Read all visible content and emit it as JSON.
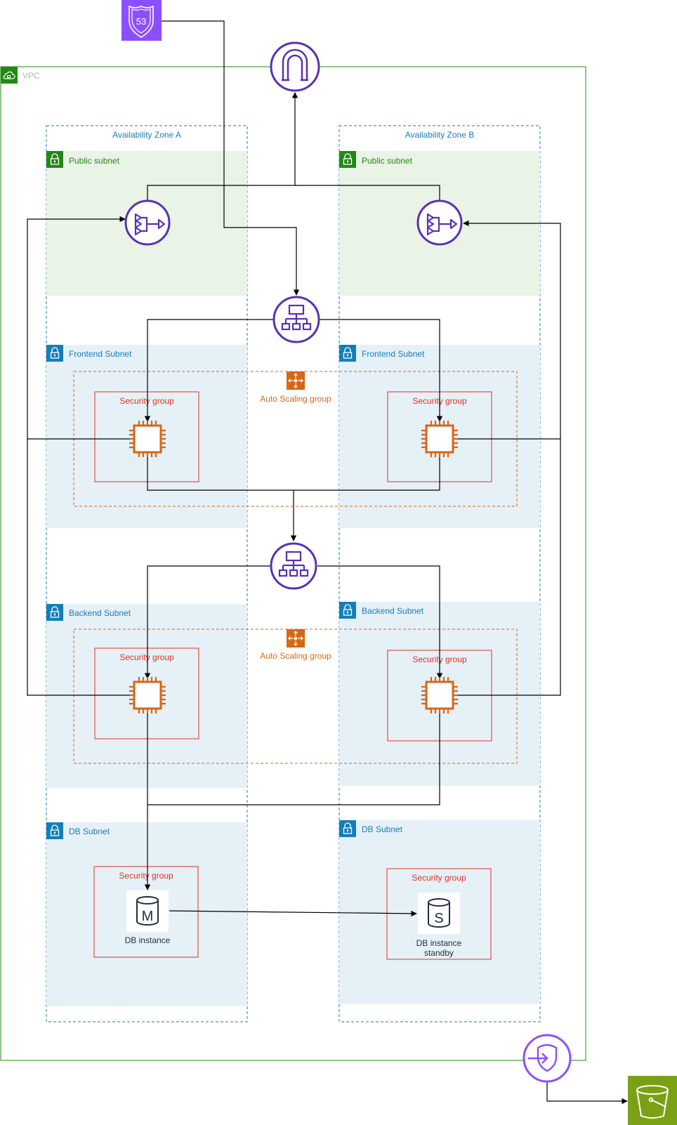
{
  "vpc": {
    "label": "VPC",
    "color": "#248814"
  },
  "zones": {
    "a": {
      "label": "Availability Zone A"
    },
    "b": {
      "label": "Availability Zone B"
    }
  },
  "subnets": {
    "public_a": "Public subnet",
    "public_b": "Public subnet",
    "frontend_a": "Frontend Subnet",
    "frontend_b": "Frontend Subnet",
    "backend_a": "Backend Subnet",
    "backend_b": "Backend Subnet",
    "db_a": "DB Subnet",
    "db_b": "DB Subnet"
  },
  "security_groups": {
    "fe_a": "Security group",
    "fe_b": "Security group",
    "be_a": "Security group",
    "be_b": "Security group",
    "db_a": "Security group",
    "db_b": "Security group"
  },
  "autoscaling": {
    "frontend": "Auto Scaling group",
    "backend": "Auto Scaling group"
  },
  "db": {
    "primary": {
      "label": "DB instance",
      "letter": "M"
    },
    "standby": {
      "label_line1": "DB instance",
      "label_line2": "standby",
      "letter": "S"
    }
  },
  "route53": {
    "text": "53"
  },
  "icons": {
    "route53": "route53-icon",
    "internet_gateway": "internet-gateway-icon",
    "nat_gateway": "nat-gateway-icon",
    "load_balancer": "load-balancer-icon",
    "ec2": "ec2-instance-icon",
    "autoscaling": "auto-scaling-icon",
    "vpc_endpoint": "vpc-endpoint-icon",
    "s3": "s3-bucket-icon",
    "lock": "lock-icon",
    "cloud": "cloud-icon"
  },
  "colors": {
    "network": "#5A30B5",
    "compute": "#D86613",
    "public_fill": "#E9F3E6",
    "private_fill": "#E6F0F7",
    "private_badge": "#147EBA",
    "public_badge": "#248814",
    "security_group": "#DD3522",
    "route53_bg": "#8C4FFF",
    "endpoint": "#8C4FFF",
    "s3": "#7AA116"
  }
}
